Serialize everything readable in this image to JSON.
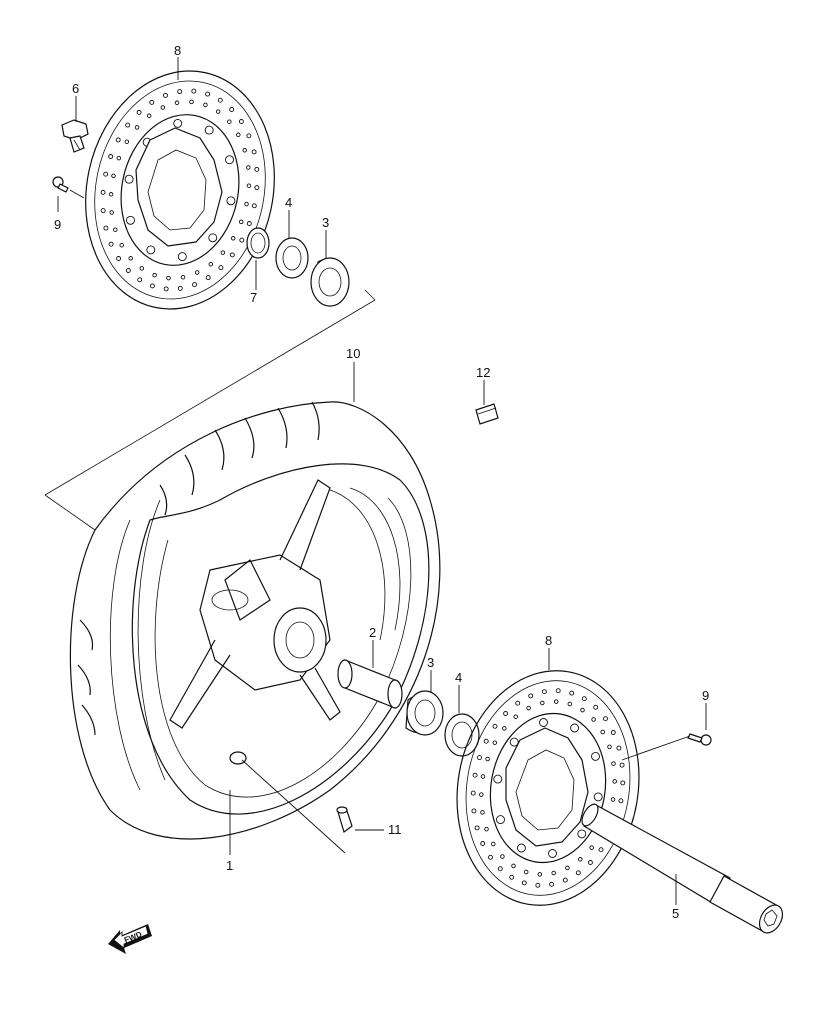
{
  "callouts": {
    "c1": "1",
    "c2": "2",
    "c3a": "3",
    "c3b": "3",
    "c4a": "4",
    "c4b": "4",
    "c5": "5",
    "c6": "6",
    "c7": "7",
    "c8a": "8",
    "c8b": "8",
    "c9a": "9",
    "c9b": "9",
    "c10": "10",
    "c11": "11",
    "c12": "12"
  },
  "fwd_label": "FWD"
}
